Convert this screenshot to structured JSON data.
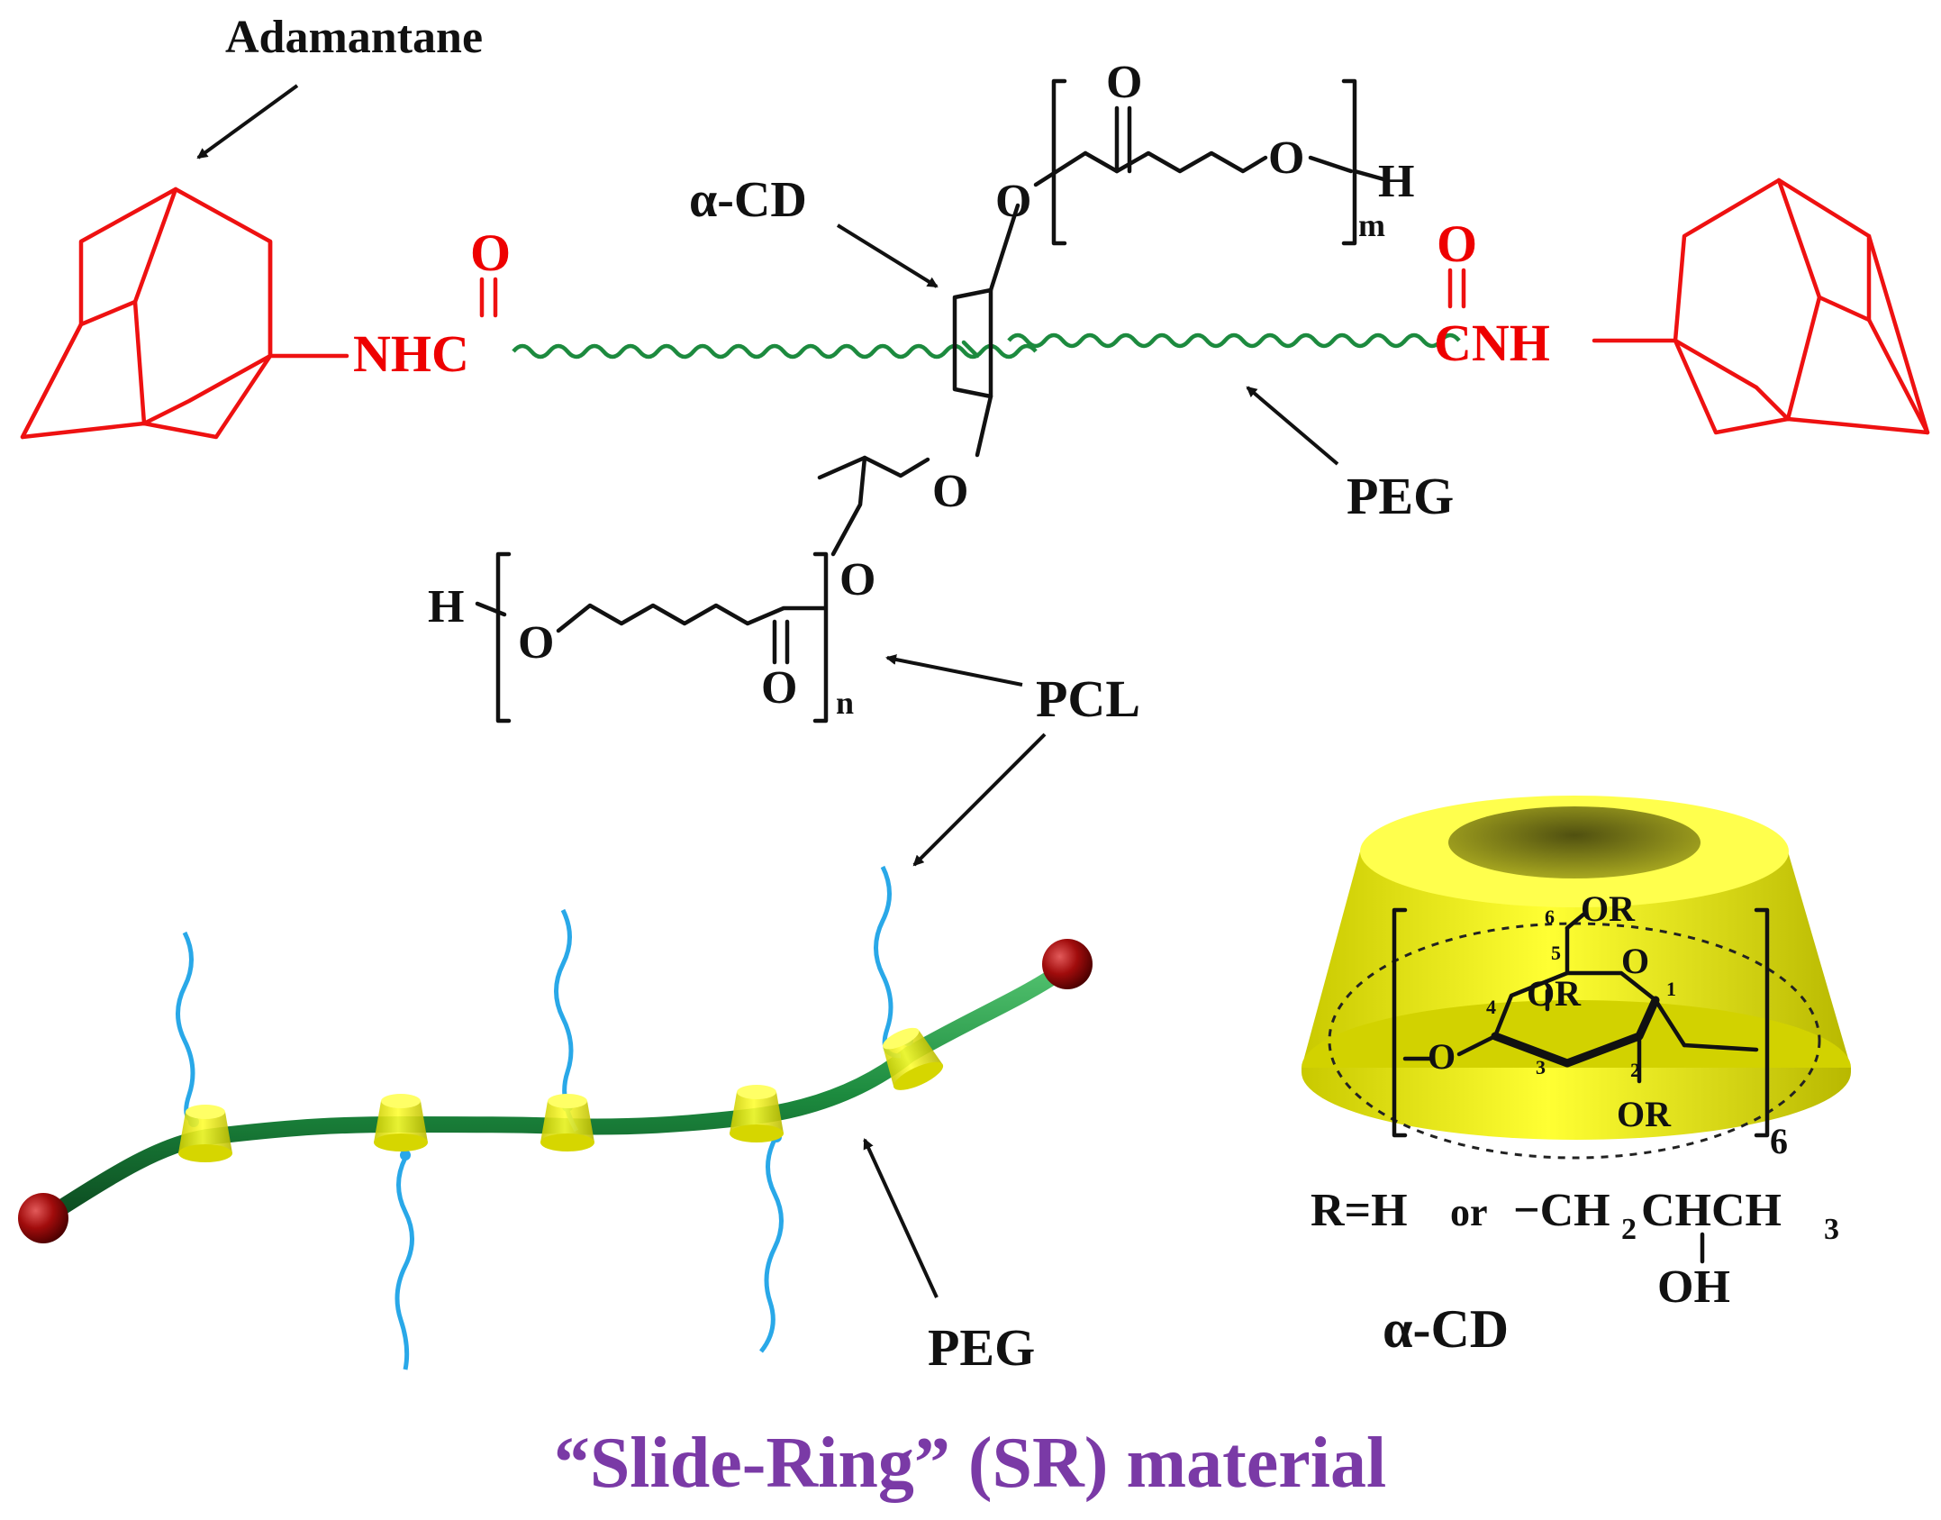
{
  "labels": {
    "adamantane": "Adamantane",
    "alpha_cd_top": "α-CD",
    "peg_top": "PEG",
    "pcl": "PCL",
    "peg_bottom": "PEG",
    "caption": "“Slide-Ring” (SR) material"
  },
  "chemistry": {
    "nhc": "NHC",
    "cnh": "CNH",
    "o_carbonyl_left": "O",
    "o_carbonyl_right": "O",
    "o_top_ring": "O",
    "o_top_carbonyl": "O",
    "o_top_chain": "O",
    "h_top": "H",
    "sub_m": "m",
    "o_mid": "O",
    "o_low": "O",
    "h_low": "H",
    "o_low_chain": "O",
    "o_low_carbonyl": "O",
    "sub_n": "n"
  },
  "cd_unit": {
    "or_top": "OR",
    "or_mid": "OR",
    "or_bottom": "OR",
    "o_ring": "O",
    "o_left": "O",
    "num_1": "1",
    "num_2": "2",
    "num_3": "3",
    "num_4": "4",
    "num_5": "5",
    "num_6": "6",
    "repeat": "6",
    "r_def_prefix": "R=H",
    "r_def_or": "or",
    "r_def_group": "−CH",
    "r_def_sub": "2",
    "r_def_group2": "CHCH",
    "r_def_sub2": "3",
    "r_def_oh": "OH",
    "cd_name": "α-CD"
  },
  "colors": {
    "adamantane": "#ee1111",
    "amide": "#ee0000",
    "peg_chain": "#1c8a3e",
    "pcl_chain": "#29a8e8",
    "ring": "#e6e61a",
    "end_cap": "#a10c0c",
    "caption": "#7a3aa6"
  }
}
